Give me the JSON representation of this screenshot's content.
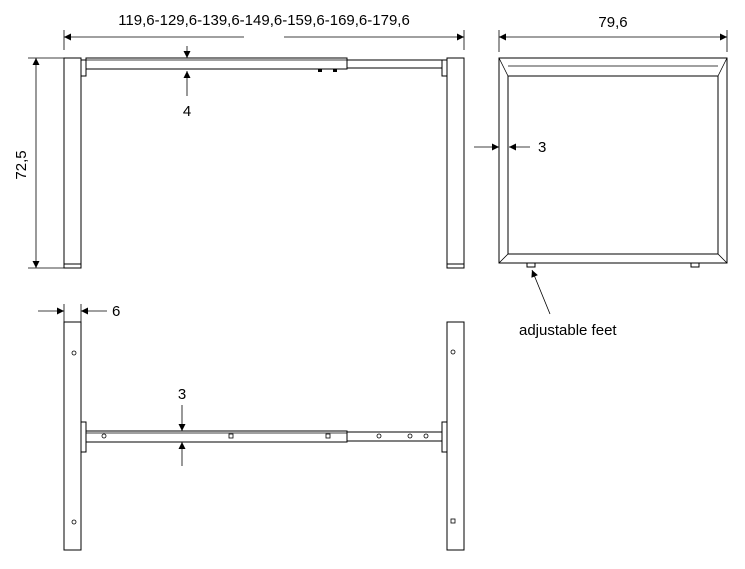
{
  "front_view": {
    "width_label": "119,6-129,6-139,6-149,6-159,6-169,6-179,6",
    "height_label": "72,5",
    "beam_label": "4"
  },
  "side_view": {
    "depth_label": "79,6",
    "thickness_label": "3",
    "feet_label": "adjustable feet"
  },
  "top_view": {
    "leg_label": "6",
    "beam_label": "3"
  }
}
